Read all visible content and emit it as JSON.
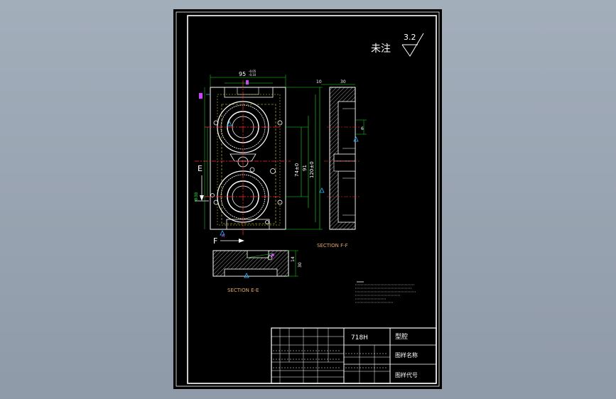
{
  "roughness": {
    "note": "未注",
    "value": "3.2"
  },
  "labels": {
    "section_ff": "SECTION F-F",
    "section_ee": "SECTION E-E",
    "cut_e": "E",
    "cut_f": "F"
  },
  "dims": {
    "top_width": "95",
    "top_tol_upper": "-0.05",
    "top_tol_lower": "-0.10",
    "side_10": "10",
    "side_30": "30",
    "d_74": "74±0",
    "d_91": "91",
    "d_120": "120±0",
    "d_6": "6",
    "e_section_14": "14",
    "e_section_30": "30"
  },
  "title_block": {
    "material": "718H",
    "part_label": "型腔",
    "drawing_name_label": "图样名称",
    "drawing_code_label": "图样代号"
  },
  "colors": {
    "frame": "#ffffff",
    "outline": "#ffffff",
    "dimension": "#22dd22",
    "centerline": "#ff2b2b",
    "hidden": "#dddd22",
    "section_label": "#e0a868",
    "marker": "#d040ff",
    "cyan": "#33bbff"
  }
}
